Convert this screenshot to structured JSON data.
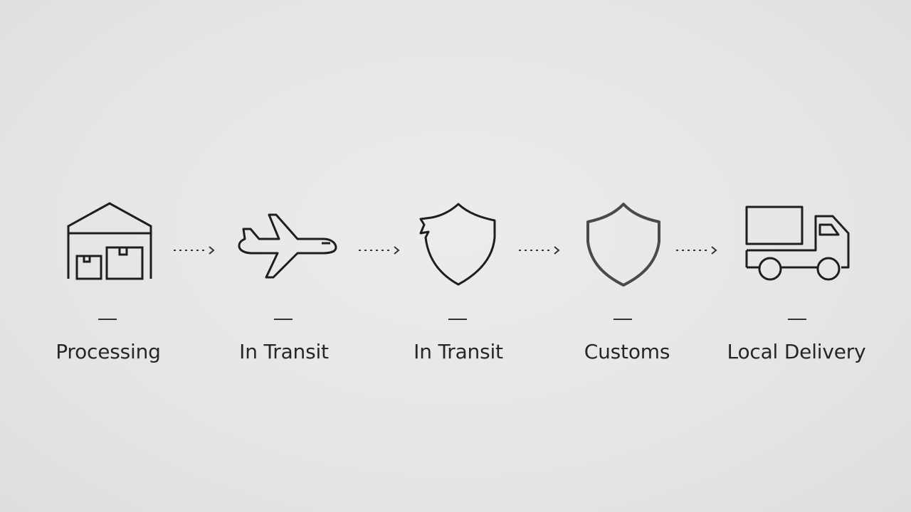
{
  "steps": [
    {
      "label": "Processing",
      "icon": "warehouse-icon"
    },
    {
      "label": "In Transit",
      "icon": "airplane-icon"
    },
    {
      "label": "In Transit",
      "icon": "broken-shield-icon"
    },
    {
      "label": "Customs",
      "icon": "shield-icon"
    },
    {
      "label": "Local Delivery",
      "icon": "delivery-truck-icon"
    }
  ],
  "colors": {
    "background": "#e6e6e6",
    "stroke": "#1e1e1e",
    "text": "#262626"
  }
}
